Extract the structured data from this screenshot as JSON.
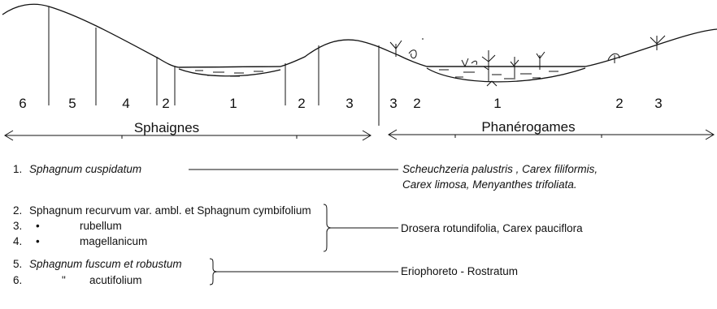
{
  "zones_left": [
    "6",
    "5",
    "4",
    "2",
    "1",
    "2",
    "3"
  ],
  "zones_right": [
    "3",
    "2",
    "1",
    "2",
    "3"
  ],
  "groups": {
    "left": "Sphaignes",
    "right": "Phanérogames"
  },
  "legend": {
    "row1": {
      "num": "1.",
      "mosses": "Sphagnum cuspidatum",
      "plants_line1": "Scheuchzeria palustris , Carex filiformis,",
      "plants_line2": "Carex limosa, Menyanthes trifoliata."
    },
    "row2": {
      "n2": "2.",
      "s2": "Sphagnum recurvum var. ambl. et Sphagnum cymbifolium",
      "n3": "3.",
      "d3": "•",
      "s3": "rubellum",
      "n4": "4.",
      "d4": "•",
      "s4": "magellanicum",
      "plants": "Drosera rotundifolia, Carex pauciflora"
    },
    "row3": {
      "n5": "5.",
      "s5": "Sphagnum fuscum et robustum",
      "n6": "6.",
      "d6": "\"",
      "s6": "acutifolium",
      "plants": "Eriophoreto - Rostratum"
    }
  }
}
